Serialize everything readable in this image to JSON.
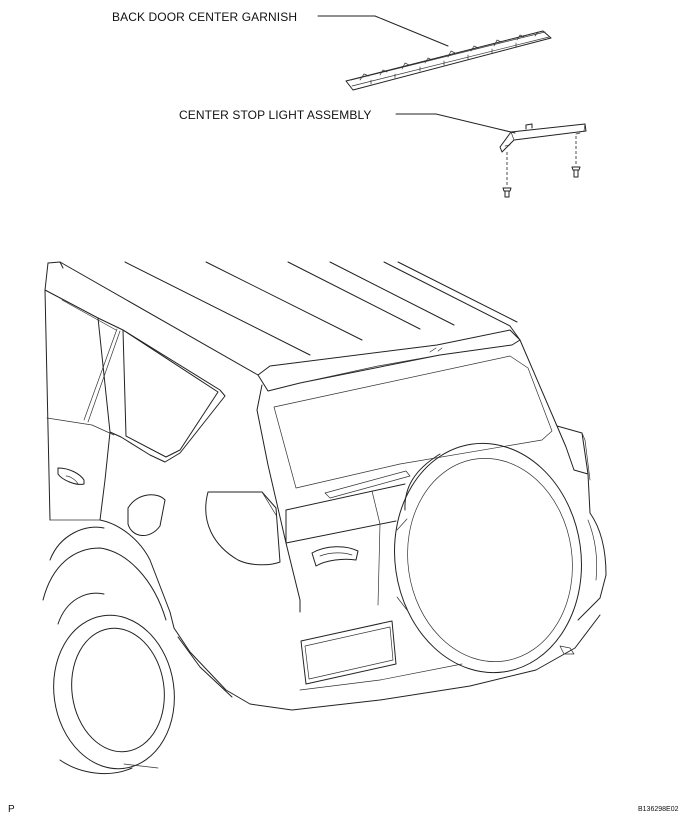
{
  "labels": {
    "garnish": "BACK DOOR CENTER GARNISH",
    "stop_light": "CENTER STOP LIGHT ASSEMBLY"
  },
  "footer": {
    "left_mark": "P",
    "figure_code": "B136298E02"
  }
}
